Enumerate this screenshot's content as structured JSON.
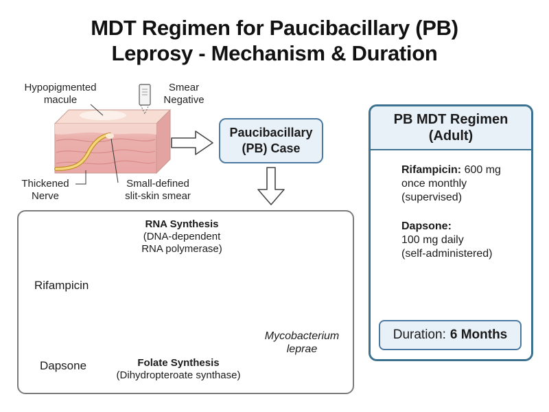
{
  "title": {
    "line1": "MDT Regimen for Paucibacillary (PB)",
    "line2": "Leprosy - Mechanism & Duration"
  },
  "skin_diagram": {
    "hypopigmented_line1": "Hypopigmented",
    "hypopigmented_line2": "macule",
    "smear_line1": "Smear",
    "smear_line2": "Negative",
    "nerve_line1": "Thickened",
    "nerve_line2": "Nerve",
    "slit_line1": "Small-defined",
    "slit_line2": "slit-skin smear"
  },
  "pb_case": {
    "line1": "Paucibacillary",
    "line2": "(PB) Case"
  },
  "mechanism": {
    "rna_title": "RNA Synthesis",
    "rna_sub1": "(DNA-dependent",
    "rna_sub2": "RNA polymerase)",
    "folate_title": "Folate Synthesis",
    "folate_sub": "(Dihydropteroate synthase)",
    "drug1": "Rifampicin",
    "drug2": "Dapsone",
    "organism_line1": "Mycobacterium",
    "organism_line2": "leprae"
  },
  "regimen": {
    "header_line1": "PB MDT Regimen",
    "header_line2": "(Adult)",
    "rif_name": "Rifampicin:",
    "rif_dose": "600 mg",
    "rif_line2": "once monthly",
    "rif_line3": "(supervised)",
    "dap_name": "Dapsone:",
    "dap_line2": "100 mg daily",
    "dap_line3": "(self-administered)",
    "duration_label": "Duration:",
    "duration_value": "6 Months"
  },
  "colors": {
    "capsule_red": "#c8323a",
    "tablet_blue": "#6aa8d8",
    "bacterium_yellow": "#f3c12e",
    "red_path": "#b23a3a",
    "blue_path": "#2f6e9a",
    "box_border": "#3d7190",
    "box_fill": "#e8f0f8"
  }
}
